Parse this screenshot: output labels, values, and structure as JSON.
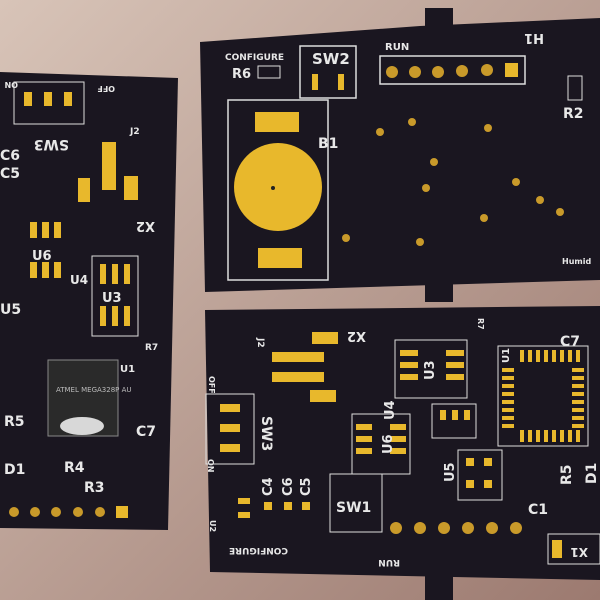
{
  "colors": {
    "board": "#1a1620",
    "pad": "#e8b82c",
    "silkscreen": "#e8e8e8",
    "background": "#b89a8c"
  },
  "top_board": {
    "labels": {
      "configure": "CONFIGURE",
      "r6": "R6",
      "sw2": "SW2",
      "run": "RUN",
      "h1": "H1",
      "b1": "B1",
      "r2": "R2",
      "humid": "Humid"
    }
  },
  "left_board": {
    "labels": {
      "off": "OFF",
      "on": "ON",
      "sw3": "SW3",
      "j2": "J2",
      "c6": "C6",
      "c5": "C5",
      "x2": "X2",
      "u4": "U4",
      "u3": "U3",
      "u6": "U6",
      "u5": "U5",
      "r7": "R7",
      "u1": "U1",
      "c7": "C7",
      "r5": "R5",
      "d1": "D1",
      "r4": "R4",
      "r3": "R3"
    },
    "chip_text": "ATMEL MEGA328P AU"
  },
  "bottom_board": {
    "labels": {
      "j2": "J2",
      "x2": "X2",
      "r7": "R7",
      "u3": "U3",
      "u1": "U1",
      "c7": "C7",
      "u4": "U4",
      "u6": "U6",
      "u5": "U5",
      "r5": "R5",
      "c1": "C1",
      "d1": "D1",
      "sw3": "SW3",
      "sw1": "SW1",
      "c4": "C4",
      "c6": "C6",
      "c5": "C5",
      "u2": "U2",
      "configure": "CONFIGURE",
      "run": "RUN",
      "off": "OFF",
      "on": "ON",
      "x1": "X1"
    }
  }
}
